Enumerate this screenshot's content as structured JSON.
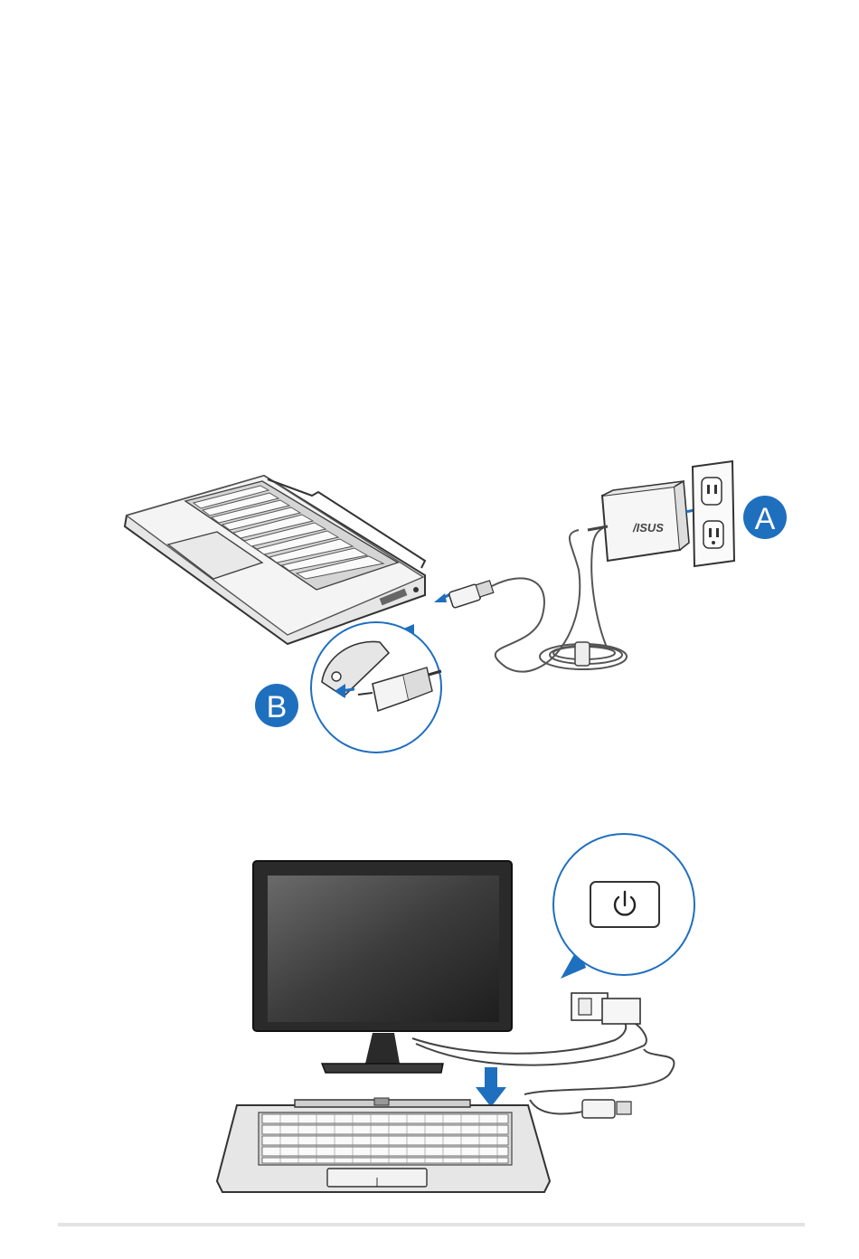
{
  "figure_top": {
    "callout_a": "A",
    "callout_b": "B",
    "adapter_logo": "/ISUS",
    "accent_color": "#1f6fbf"
  },
  "figure_bottom": {
    "power_icon": "power-icon",
    "accent_color": "#1f6fbf"
  }
}
